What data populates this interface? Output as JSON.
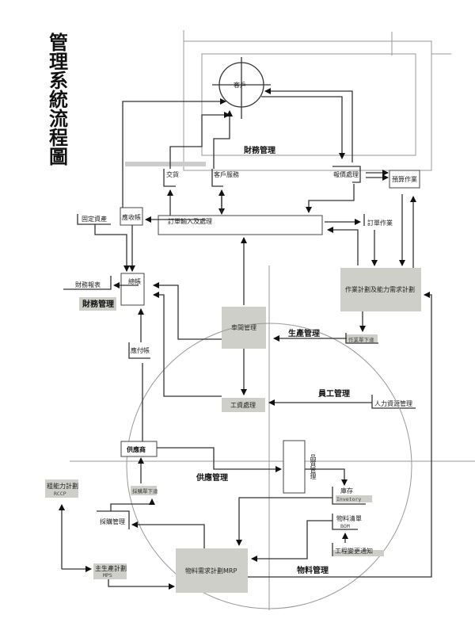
{
  "title_chars": [
    "管",
    "理",
    "系",
    "統",
    "流",
    "程",
    "圖"
  ],
  "nodes": {
    "customer": "客戶",
    "finance_top": "財務管理",
    "delivery": "交貨",
    "customer_service": "客戶服務",
    "quotation": "報價處理",
    "budget": "預算作業",
    "order_entry": "訂單輸入及處理",
    "receivable": "應收帳",
    "fixed_assets": "固定資產",
    "order_ops": "訂單作業",
    "ops_planning": "作業計劃及能力需求計劃",
    "general_ledger": "總帳",
    "financial_reports": "財務報表",
    "finance_left": "財務管理",
    "shop_floor": "車間管理",
    "production_mgmt": "生產管理",
    "work_order_release": "作業單下達",
    "payable": "應付帳",
    "payroll": "工資處理",
    "staff_mgmt": "員工管理",
    "hr_mgmt": "人力資源管理",
    "supplier": "供應商",
    "quality": "品質管理",
    "supply_mgmt": "供應管理",
    "inventory": "庫存",
    "inventory_en": "Invetory",
    "po_release": "採購單下達",
    "rccp": "粗能力計劃",
    "rccp_en": "RCCP",
    "purchasing": "採購管理",
    "bom": "物料清單",
    "bom_en": "BOM",
    "ecn": "工程變更通知",
    "mrp": "物料需求計劃MRP",
    "mps": "主生產計劃",
    "mps_en": "MPS",
    "material_mgmt": "物料管理"
  },
  "colors": {
    "box_fill": "#cfcfca",
    "line": "#333333",
    "guide": "#999999"
  }
}
